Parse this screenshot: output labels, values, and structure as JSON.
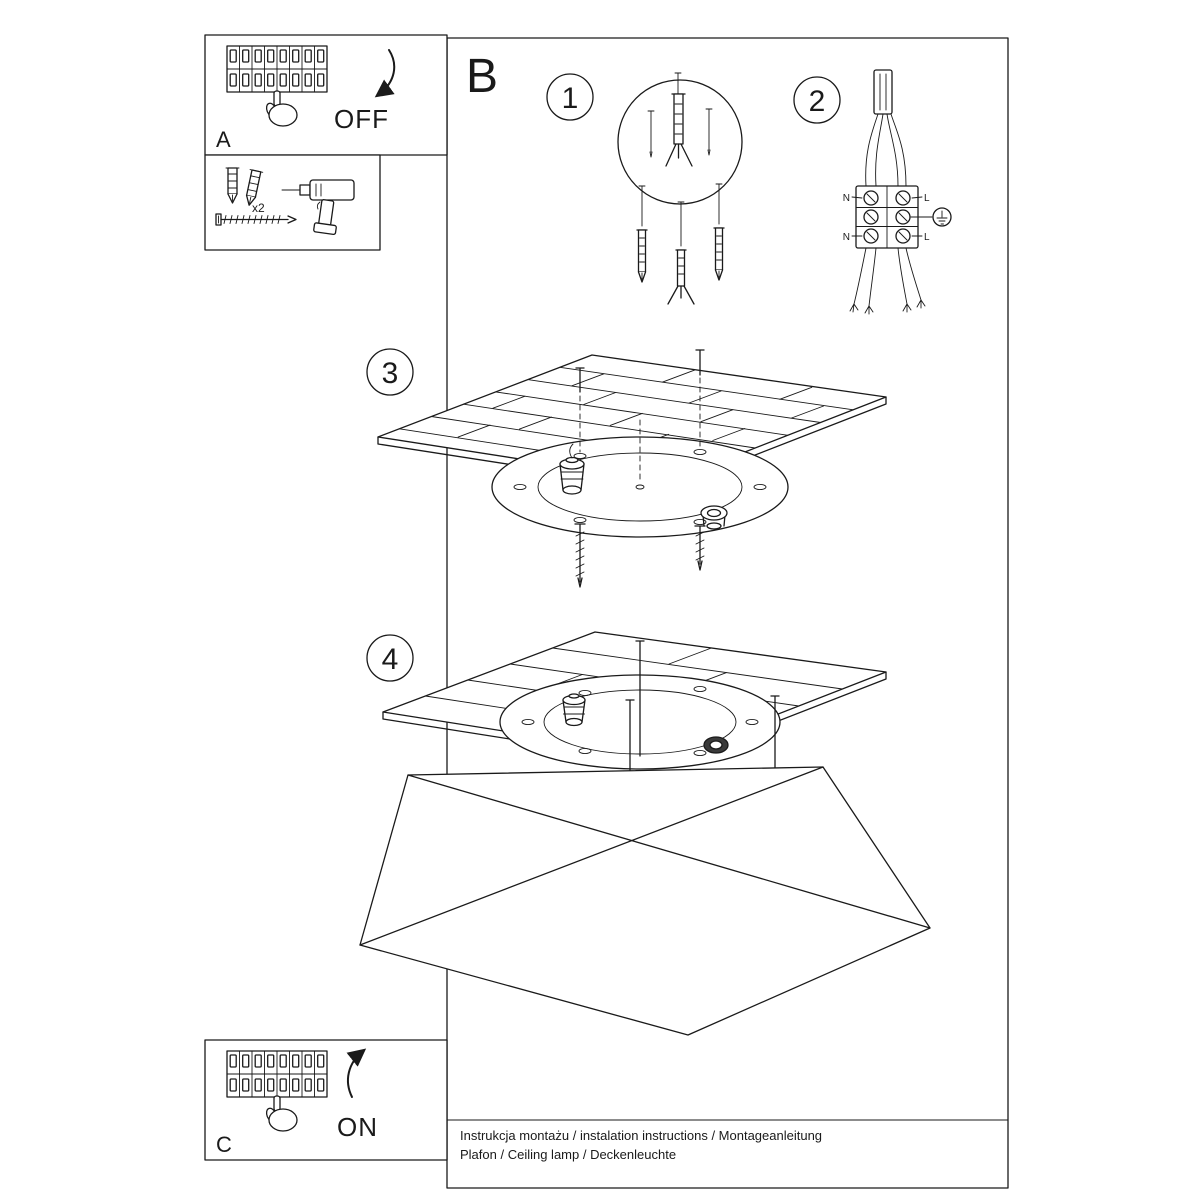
{
  "section_label": "B",
  "panel_a": {
    "label": "A",
    "action": "OFF"
  },
  "panel_c": {
    "label": "C",
    "action": "ON"
  },
  "tools": {
    "dowel_count": "x2"
  },
  "steps": {
    "one": "1",
    "two": "2",
    "three": "3",
    "four": "4"
  },
  "wiring_labels": {
    "n_top": "N",
    "l_top": "L",
    "n_bottom": "N",
    "l_bottom": "L"
  },
  "footer": {
    "line1": "Instrukcja montażu / instalation instructions / Montageanleitung",
    "line2": "Plafon / Ceiling lamp / Deckenleuchte"
  },
  "colors": {
    "ink": "#1a1a1a",
    "paper": "#ffffff"
  }
}
